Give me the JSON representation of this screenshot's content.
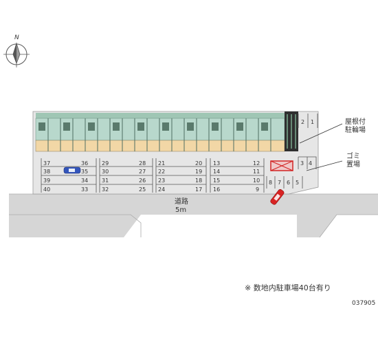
{
  "compass": {
    "north_letter": "N",
    "icon": "north-arrow-icon"
  },
  "colors": {
    "road": "#d6d6d6",
    "lot": "#e6e6e6",
    "building_top": "#9fc6b4",
    "building_row": "#b8d8cc",
    "building_units": "#f2d7a6",
    "bike_roof": "#2f2f2f",
    "car_blue": "#3355bb",
    "car_red": "#d82323",
    "garbage": "#d22222"
  },
  "labels": {
    "covered_bicycle_parking": [
      "屋根付",
      "駐輪場"
    ],
    "garbage_area": [
      "ゴミ",
      "置場"
    ],
    "road_name": "道路",
    "road_width": "5m",
    "footer_note": "※ 数地内駐車場40台有り",
    "map_code": "037905"
  },
  "parking": {
    "col_a_left": [
      "37",
      "38",
      "39",
      "40"
    ],
    "col_a_right": [
      "36",
      "35",
      "34",
      "33"
    ],
    "col_b_left": [
      "29",
      "30",
      "31",
      "32"
    ],
    "col_b_right": [
      "28",
      "27",
      "26",
      "25"
    ],
    "col_c_left": [
      "21",
      "22",
      "23",
      "24"
    ],
    "col_c_right": [
      "20",
      "19",
      "18",
      "17"
    ],
    "col_d_left": [
      "13",
      "14",
      "15",
      "16"
    ],
    "col_d_right": [
      "12",
      "11",
      "10",
      "9"
    ],
    "east_row": [
      "8",
      "7",
      "6",
      "5"
    ],
    "east_corner": [
      "4",
      "3"
    ],
    "north_corner": [
      "2",
      "1"
    ]
  },
  "cars": [
    {
      "name": "parked-car-blue",
      "color_key": "car_blue"
    },
    {
      "name": "parked-car-red",
      "color_key": "car_red"
    }
  ]
}
